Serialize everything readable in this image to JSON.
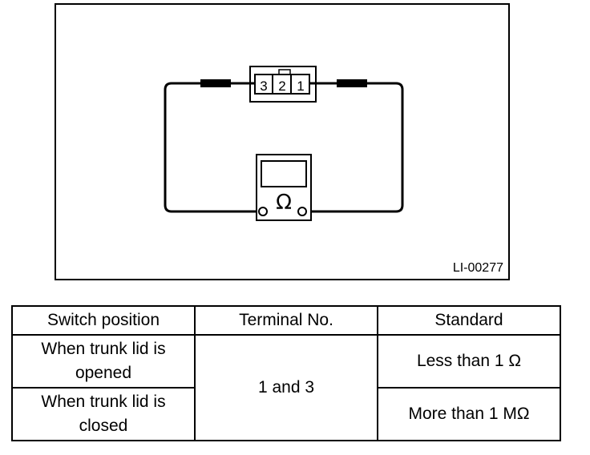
{
  "diagram": {
    "figure_id": "LI-00277",
    "connector_pins": [
      "3",
      "2",
      "1"
    ],
    "meter_symbol": "Ω"
  },
  "table": {
    "headers": [
      "Switch position",
      "Terminal No.",
      "Standard"
    ],
    "rows": [
      {
        "switch_position": "When trunk lid is opened",
        "standard": "Less than 1 Ω"
      },
      {
        "switch_position": "When trunk lid is closed",
        "standard": "More than 1 MΩ"
      }
    ],
    "terminal": "1 and 3"
  }
}
